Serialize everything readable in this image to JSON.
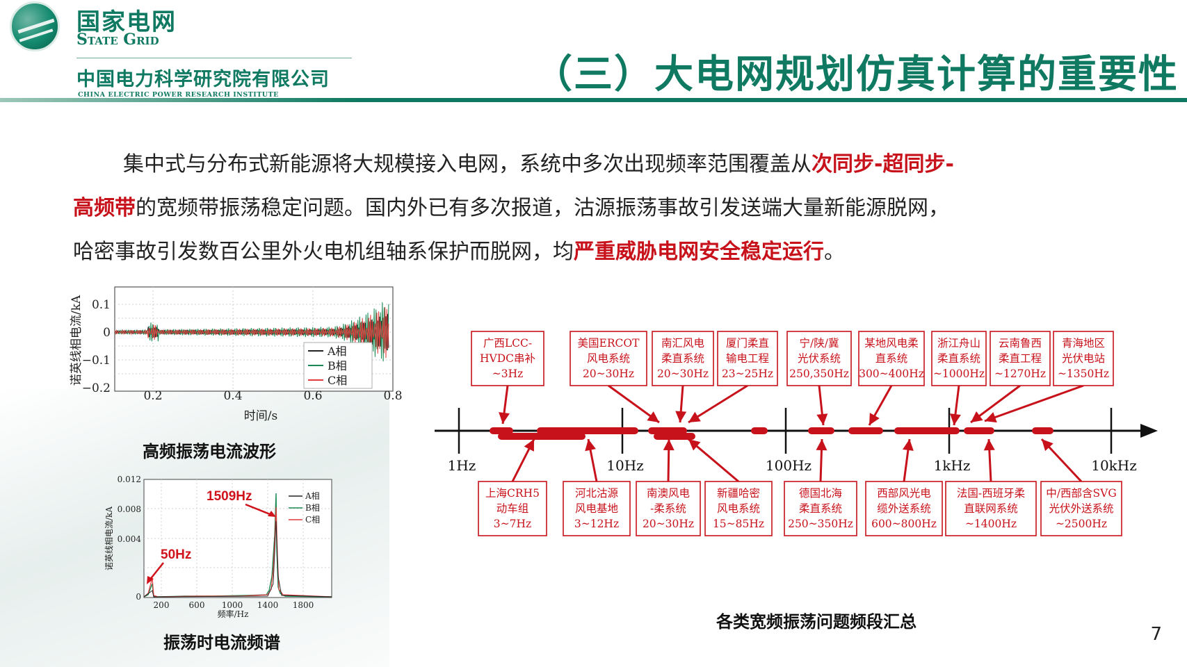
{
  "header": {
    "brand_cn": "国家电网",
    "brand_en": "State Grid",
    "org_cn": "中国电力科学研究院有限公司",
    "org_en": "CHINA ELECTRIC POWER RESEARCH INSTITUTE",
    "title": "（三）大电网规划仿真计算的重要性"
  },
  "paragraph": {
    "p1": "集中式与分布式新能源将大规模接入电网，系统中多次出现频率范围覆盖从",
    "p1_red": "次同步-超同步-",
    "p2_red": "高频带",
    "p2": "的宽频带振荡稳定问题。国内外已有多次报道，沽源振荡事故引发送端大量新能源脱网，",
    "p3": "哈密事故引发数百公里外火电机组轴系保护而脱网，均",
    "p3_red": "严重威胁电网安全稳定运行",
    "p3_end": "。"
  },
  "waveform": {
    "ylabel": "诺英线相电流/kA",
    "xlabel": "时间/s",
    "yticks": [
      "0.1",
      "0",
      "−0.1",
      "−0.2"
    ],
    "xticks": [
      "0.2",
      "0.4",
      "0.6",
      "0.8"
    ],
    "legend": [
      "A相",
      "B相",
      "C相"
    ],
    "caption": "高频振荡电流波形"
  },
  "spectrum": {
    "ylabel": "诺英线相电流/kA",
    "xlabel": "频率/Hz",
    "yticks": [
      "0.012",
      "0.008",
      "0.004",
      "0"
    ],
    "xticks": [
      "200",
      "600",
      "1000",
      "1400",
      "1800"
    ],
    "legend": [
      "A相",
      "B相",
      "C相"
    ],
    "anno_high": "1509Hz",
    "anno_low": "50Hz",
    "caption": "振荡时电流频谱"
  },
  "timeline": {
    "axis_labels": [
      "1Hz",
      "10Hz",
      "100Hz",
      "1kHz",
      "10kHz"
    ],
    "caption": "各类宽频振荡问题频段汇总",
    "top_boxes": [
      {
        "lines": [
          "广西LCC-",
          "HVDC串补",
          "~3Hz"
        ]
      },
      {
        "lines": [
          "美国ERCOT",
          "风电系统",
          "20~30Hz"
        ]
      },
      {
        "lines": [
          "南汇风电",
          "柔直系统",
          "20~30Hz"
        ]
      },
      {
        "lines": [
          "厦门柔直",
          "输电工程",
          "23~25Hz"
        ]
      },
      {
        "lines": [
          "宁/陕/冀",
          "光伏系统",
          "250,350Hz"
        ]
      },
      {
        "lines": [
          "某地风电柔",
          "直系统",
          "300~400Hz"
        ]
      },
      {
        "lines": [
          "浙江舟山",
          "柔直系统",
          "~1000Hz"
        ]
      },
      {
        "lines": [
          "云南鲁西",
          "柔直工程",
          "~1270Hz"
        ]
      },
      {
        "lines": [
          "青海地区",
          "光伏电站",
          "~1350Hz"
        ]
      }
    ],
    "bottom_boxes": [
      {
        "lines": [
          "上海CRH5",
          "动车组",
          "3~7Hz"
        ]
      },
      {
        "lines": [
          "河北沽源",
          "风电基地",
          "3~12Hz"
        ]
      },
      {
        "lines": [
          "南澳风电",
          "-柔系统",
          "20~30Hz"
        ]
      },
      {
        "lines": [
          "新疆哈密",
          "风电系统",
          "15~85Hz"
        ]
      },
      {
        "lines": [
          "德国北海",
          "柔直系统",
          "250~350Hz"
        ]
      },
      {
        "lines": [
          "西部风光电",
          "缆外送系统",
          "600~800Hz"
        ]
      },
      {
        "lines": [
          "法国-西班牙柔",
          "直联网系统",
          "~1400Hz"
        ]
      },
      {
        "lines": [
          "中/西部含SVG",
          "光伏外送系统",
          "~2500Hz"
        ]
      }
    ]
  },
  "page_number": "7",
  "colors": {
    "brand": "#0f7a61",
    "highlight": "#c8121b",
    "band": "#c8121b"
  }
}
